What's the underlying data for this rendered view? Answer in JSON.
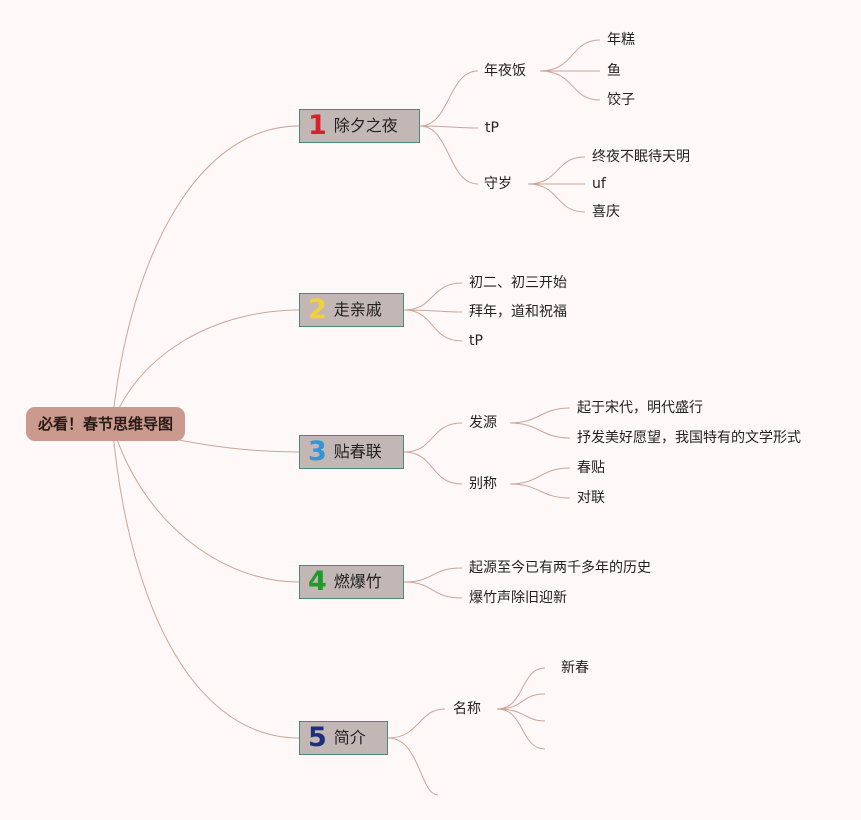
{
  "root": {
    "label": "必看！春节思维导图"
  },
  "branches": [
    {
      "number": "1",
      "label": "除夕之夜",
      "color": "#d9202c",
      "children": [
        {
          "label": "年夜饭",
          "children": [
            "年糕",
            "鱼",
            "饺子"
          ]
        },
        {
          "label": "tP",
          "children": []
        },
        {
          "label": "守岁",
          "children": [
            "终夜不眠待天明",
            "uf",
            "喜庆"
          ]
        }
      ]
    },
    {
      "number": "2",
      "label": "走亲戚",
      "color": "#f2cf3c",
      "children": [
        {
          "label": "初二、初三开始",
          "children": []
        },
        {
          "label": "拜年，道和祝福",
          "children": []
        },
        {
          "label": "tP",
          "children": []
        }
      ]
    },
    {
      "number": "3",
      "label": "贴春联",
      "color": "#2f96d8",
      "children": [
        {
          "label": "发源",
          "children": [
            "起于宋代，明代盛行",
            "抒发美好愿望，我国特有的文学形式"
          ]
        },
        {
          "label": "别称",
          "children": [
            "春贴",
            "对联"
          ]
        }
      ]
    },
    {
      "number": "4",
      "label": "燃爆竹",
      "color": "#1e9a2c",
      "children": [
        {
          "label": "起源至今已有两千多年的历史",
          "children": []
        },
        {
          "label": "爆竹声除旧迎新",
          "children": []
        }
      ]
    },
    {
      "number": "5",
      "label": "简介",
      "color": "#1c2f7c",
      "children": [
        {
          "label": "名称",
          "children": [
            "新春",
            "",
            "",
            ""
          ]
        },
        {
          "label": "",
          "children": []
        }
      ]
    }
  ]
}
